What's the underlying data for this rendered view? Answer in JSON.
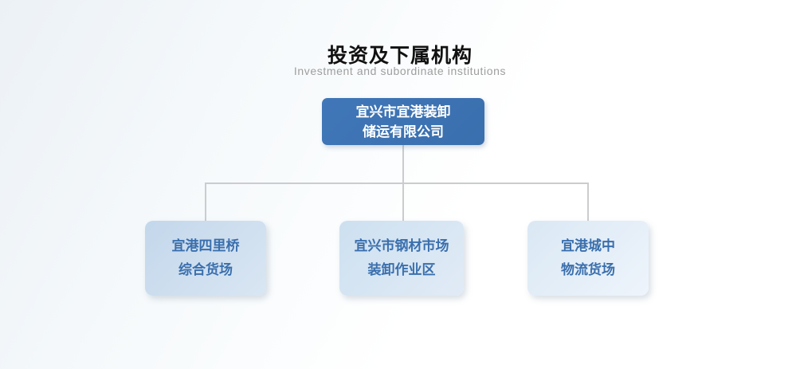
{
  "header": {
    "title": "投资及下属机构",
    "subtitle": "Investment and subordinate institutions"
  },
  "org_chart": {
    "root": {
      "line1": "宜兴市宜港装卸",
      "line2": "储运有限公司"
    },
    "children": [
      {
        "line1": "宜港四里桥",
        "line2": "综合货场"
      },
      {
        "line1": "宜兴市钢材市场",
        "line2": "装卸作业区"
      },
      {
        "line1": "宜港城中",
        "line2": "物流货场"
      }
    ]
  },
  "colors": {
    "root_box_bg": "#3c73b4",
    "root_box_text": "#ffffff",
    "child_box_bg_start": "#c3d7eb",
    "child_box_bg_end": "#eef4fb",
    "child_box_text": "#3a6fad",
    "connector": "#cacccf",
    "title_text": "#111111",
    "subtitle_text": "#9e9e9e",
    "background_top_left": "#ecf1f6",
    "background_bottom": "#ffffff"
  }
}
